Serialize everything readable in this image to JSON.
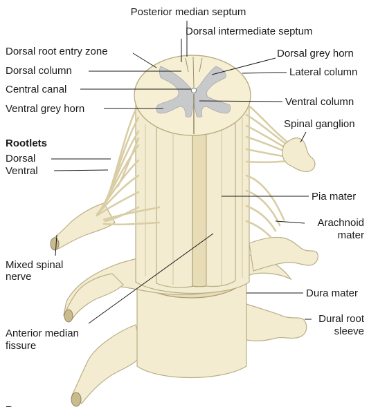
{
  "labels": {
    "posterior_median_septum": "Posterior median septum",
    "dorsal_intermediate_septum": "Dorsal intermediate septum",
    "dorsal_root_entry_zone": "Dorsal root entry zone",
    "dorsal_grey_horn": "Dorsal grey horn",
    "dorsal_column": "Dorsal column",
    "lateral_column": "Lateral column",
    "central_canal": "Central canal",
    "ventral_column": "Ventral column",
    "ventral_grey_horn": "Ventral grey horn",
    "spinal_ganglion": "Spinal ganglion",
    "rootlets_heading": "Rootlets",
    "rootlets_dorsal": "Dorsal",
    "rootlets_ventral": "Ventral",
    "pia_mater": "Pia mater",
    "arachnoid_mater_line1": "Arachnoid",
    "arachnoid_mater_line2": "mater",
    "mixed_spinal_nerve_line1": "Mixed spinal",
    "mixed_spinal_nerve_line2": "nerve",
    "dura_mater": "Dura mater",
    "dural_root_sleeve_line1": "Dural root",
    "dural_root_sleeve_line2": "sleeve",
    "anterior_median_fissure_line1": "Anterior median",
    "anterior_median_fissure_line2": "fissure",
    "panel_letter": "B"
  },
  "colors": {
    "tissue": "#f3ecd0",
    "grey_matter": "#c8c9cb",
    "text": "#1a1a1a"
  }
}
